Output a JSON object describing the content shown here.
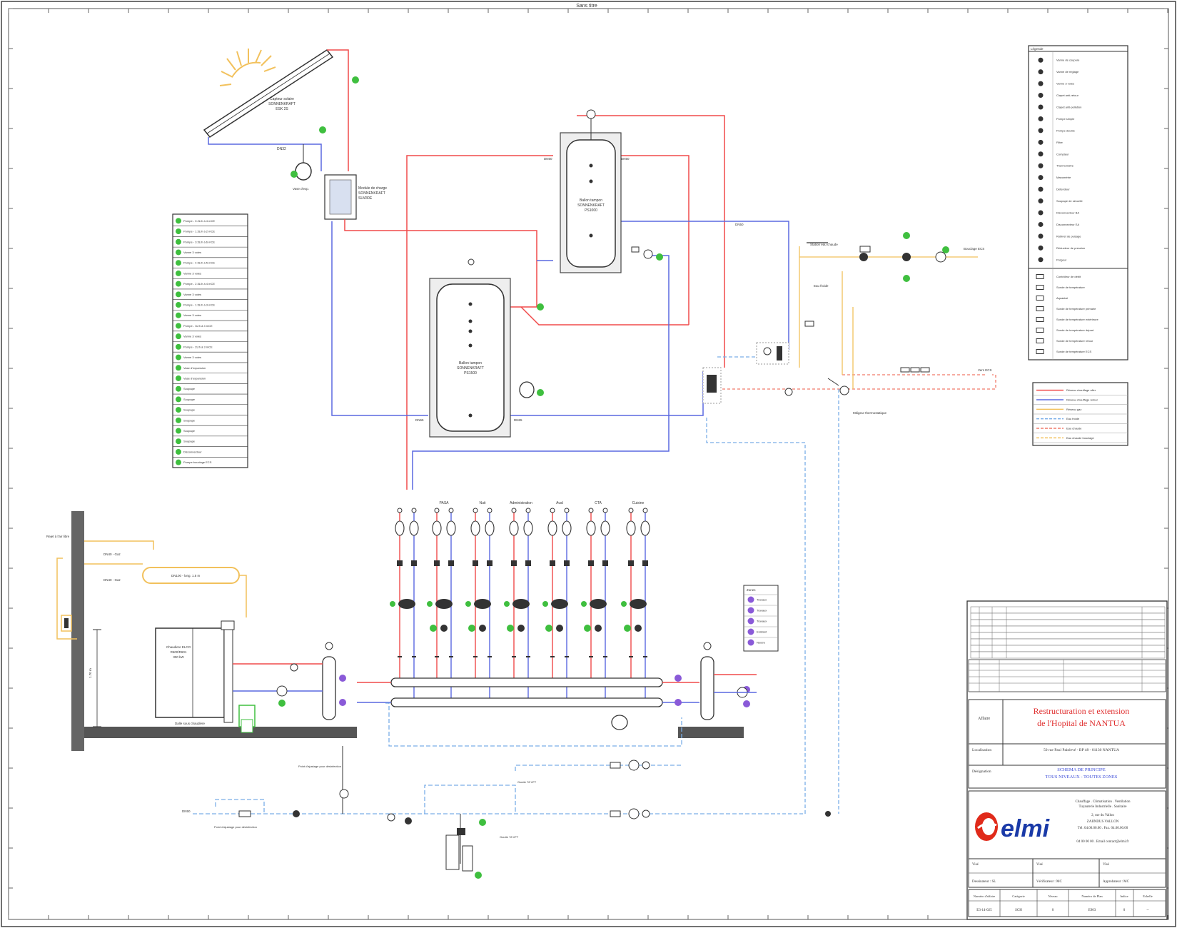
{
  "colors": {
    "hot": "#f04a4a",
    "cold": "#5a68e0",
    "gas": "#f2c15c",
    "dhw_cold": "#7aaee8",
    "dhw_hot": "#f07a6a",
    "green": "#3fbf3f",
    "purple": "#8a5ad8",
    "title_red": "#e03030",
    "title_blue": "#3a4ad8",
    "logo_blue": "#1a3aa8",
    "logo_red": "#e02a1a"
  },
  "solar": {
    "panel_label_1": "Capteur solaire",
    "panel_label_2": "SONNENKRAFT",
    "panel_label_3": "ESK 2S",
    "dn_label": "DN32",
    "module_label_1": "Module de charge",
    "module_label_2": "SONNENKRAFT",
    "module_label_3": "SLM30E",
    "expansion_label": "Vase d'exp."
  },
  "tanks": {
    "tank1_label_1": "Ballon tampon",
    "tank1_label_2": "SONNENKRAFT",
    "tank1_label_3": "PS1000",
    "tank2_label_1": "Ballon tampon",
    "tank2_label_2": "SONNENKRAFT",
    "tank2_label_3": "PS1500",
    "dn_labels": [
      "DN50",
      "DN50",
      "DN50",
      "DN65",
      "DN65"
    ]
  },
  "circuits": {
    "names": [
      "PASA",
      "Nuit",
      "Administration",
      "Aval",
      "CTA",
      "Cuisine"
    ]
  },
  "boiler": {
    "label_1": "Chaudiere ELCO",
    "label_2": "R600/R601",
    "label_3": "300 kW",
    "gas_label_1": "DN40 - Gaz",
    "gas_label_2": "DN40 - Gaz",
    "separator_label": "DN100 - long. 1.5 m",
    "chimney_label": "Rejet à l'air libre",
    "height_label": "1.70 m",
    "floor_label": "Dalle sous chaudière"
  },
  "zones_legend": {
    "title": "Zones",
    "items": [
      "Travaux",
      "Travaux",
      "Travaux",
      "Existant",
      "Neutre"
    ]
  },
  "temperature_table": {
    "rows": [
      "Pompe - 0.2L/h à 4 mCE",
      "Pompe - 1.5L/h à 2 mCE",
      "Pompe - 3.5L/h à 6 mCE",
      "Vanne 3 voies",
      "Pompe - 4.5L/h à 5 mCE",
      "Vanne 3 voies",
      "Pompe - 2.5L/h à 4 mCE",
      "Vanne 3 voies",
      "Pompe - 1.5L/h à 3 mCE",
      "Vanne 3 voies",
      "Pompe - 3L/h à 4 mCE",
      "Vanne 3 voies",
      "Pompe - 2L/h à 3 mCE",
      "Vanne 3 voies",
      "Vase d'expansion",
      "Vase d'expansion",
      "Soupape",
      "Soupape",
      "Soupape",
      "Soupape",
      "Soupape",
      "Soupape",
      "Disconnecteur",
      "Pompe bouclage ECS"
    ]
  },
  "legend": {
    "title": "Légende",
    "items": [
      "Vanne de coupure",
      "Vanne de réglage",
      "Vanne 3 voies",
      "Clapet anti-retour",
      "Clapet anti-pollution",
      "Pompe simple",
      "Pompe double",
      "Filtre",
      "Compteur",
      "Thermomètre",
      "Manomètre",
      "Détendeur",
      "Soupape de sécurité",
      "Disconnecteur BA",
      "Disconnecteur EA",
      "Robinet de puisage",
      "Réducteur de pression",
      "Purgeur"
    ],
    "sensor_items": [
      "Contrôleur de débit",
      "Sonde de température",
      "Aquastat",
      "Sonde de température primaire",
      "Sonde de température extérieure",
      "Sonde de température départ",
      "Sonde de température retour",
      "Sonde de température ECS"
    ]
  },
  "line_legend": {
    "items": [
      "Réseau chauffage aller",
      "Réseau chauffage retour",
      "Réseau gaz",
      "Eau froide",
      "Eau chaude",
      "Eau chaude bouclage"
    ]
  },
  "dhw": {
    "label_ecs": "Bouclage ECS",
    "label_ef": "Eau froide",
    "label_station": "Station eau chaude",
    "label_mitigeur": "Mitigeur thermostatique",
    "label_vers": "Vers ECS"
  },
  "cold_water": {
    "label_inlet": "DN50",
    "label_1": "Point d'ajustage pour désinfection",
    "label_2": "Point d'ajustage pour désinfection",
    "label_3": "Goutte 78 VFT",
    "label_4": "Goutte 78 VFT"
  },
  "title_block": {
    "affaire_label": "Affaire",
    "project_title_1": "Restructuration et extension",
    "project_title_2": "de l'Hopital de NANTUA",
    "localisation_label": "Localisation",
    "localisation_value": "50 rue Paul Painlevé - BP 48 - 01130 NANTUA",
    "designation_label": "Désignation",
    "designation_value_1": "SCHEMA DE PRINCIPE",
    "designation_value_2": "TOUS NIVEAUX - TOUTES ZONES",
    "company_logo": "elmi",
    "company_desc_1": "Chauffage . Climatisation . Ventilation",
    "company_desc_2": "Tuyauterie Industrielle . Sanitaire",
    "company_addr_1": "2, rue du Vallon",
    "company_addr_2": "ZAIINDUS VALLON",
    "company_addr_3": "Tél. 04.00.00.00 . Fax. 04.00.00.00",
    "company_addr_4": "04 00 00 00 . Email contact@elmi.fr",
    "vise_label": "Visé",
    "dessinateur": "Dessinateur : SL",
    "verificateur": "Vérificateur : MC",
    "approbateur": "Approbateur : MC",
    "footer_headers": [
      "Numéro d'affaire",
      "Catégorie",
      "Niveau",
      "Numéro de Plan",
      "Indice",
      "Echelle"
    ],
    "footer_values": [
      "E3-14-025",
      "SCH",
      "0",
      "E903",
      "0",
      "--"
    ]
  },
  "sheet_title": "Sans titre"
}
